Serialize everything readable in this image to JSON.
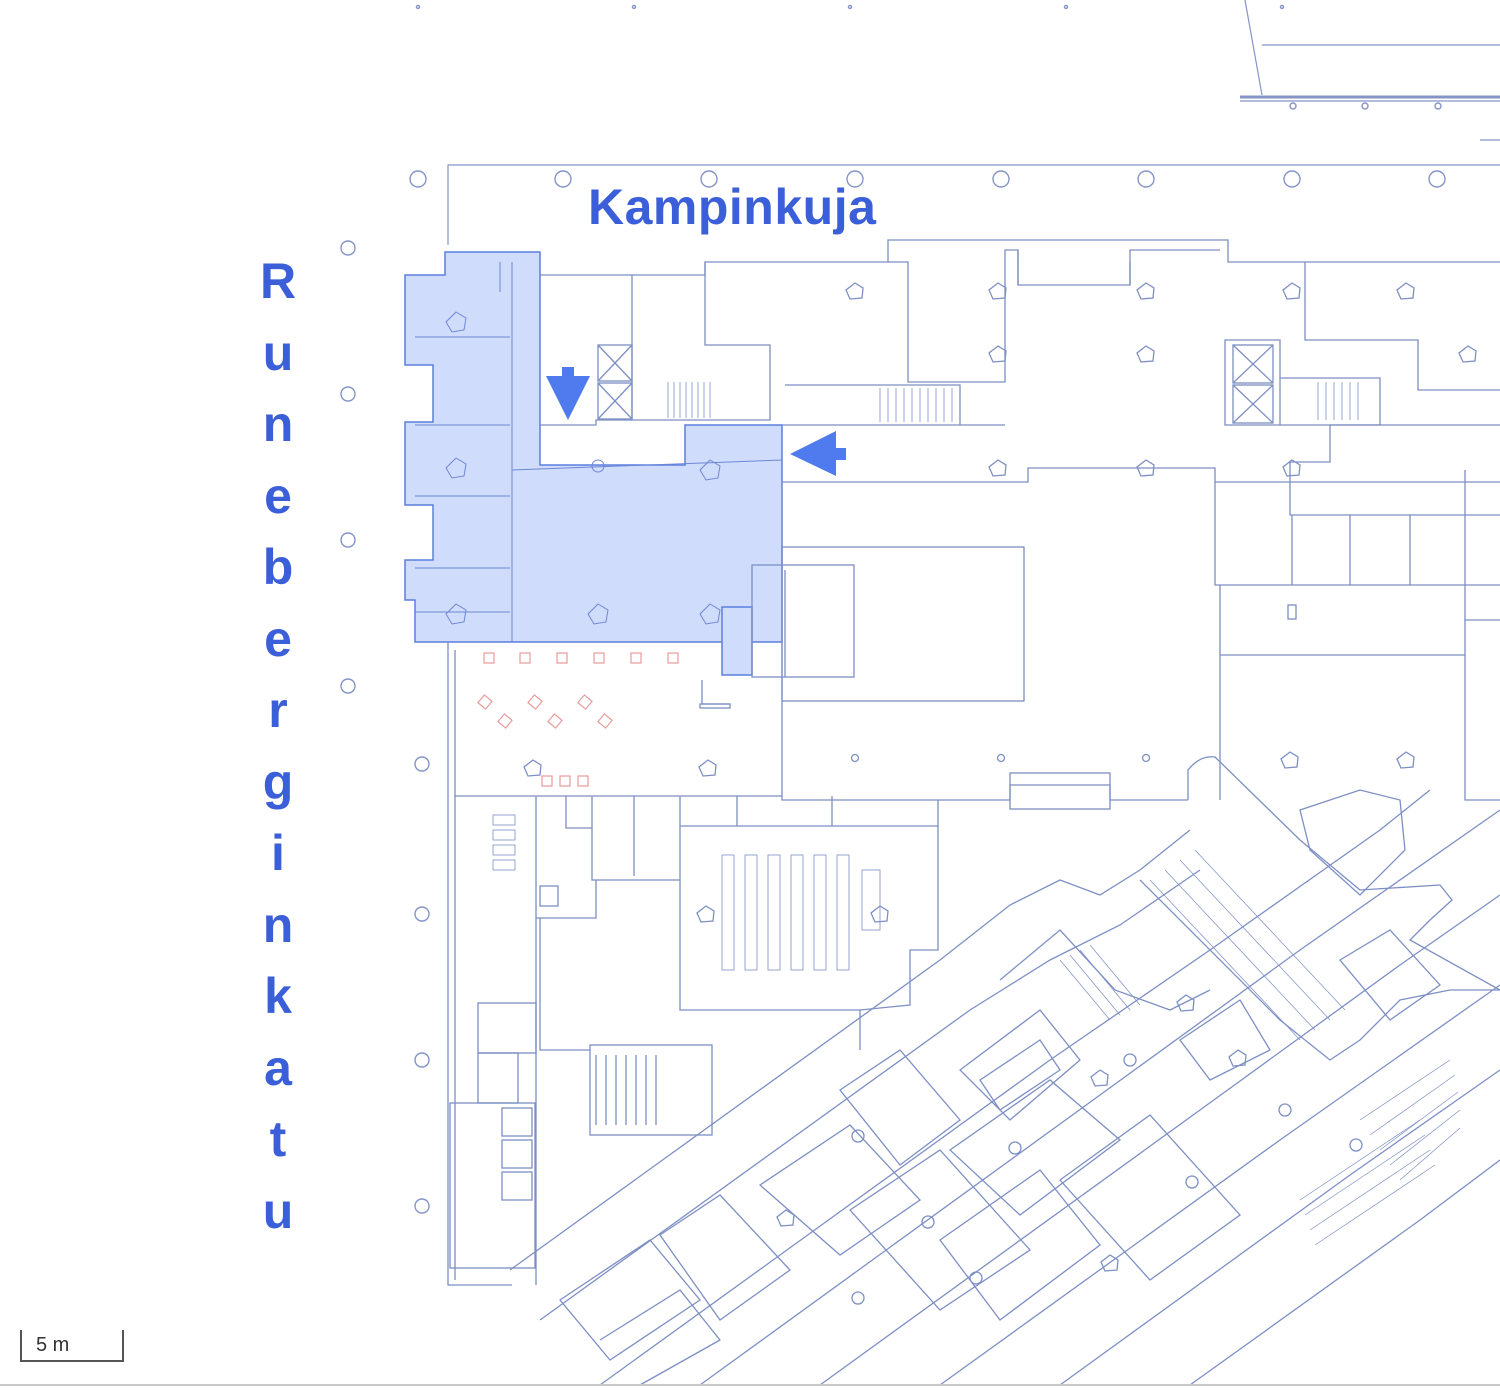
{
  "labels": {
    "street_top": "Kampinkuja",
    "street_left": "Runeberginkatu"
  },
  "scale_bar": {
    "label": "5 m"
  },
  "colors": {
    "highlight_fill": "#cfdcfb",
    "highlight_stroke": "#5b7fe0",
    "arrow": "#4f7bef",
    "label_text": "#3a5fd8",
    "line": "#7d8fc4"
  },
  "icons": {
    "entrance_arrow_down": "arrow-down-icon",
    "entrance_arrow_left": "arrow-left-icon"
  }
}
